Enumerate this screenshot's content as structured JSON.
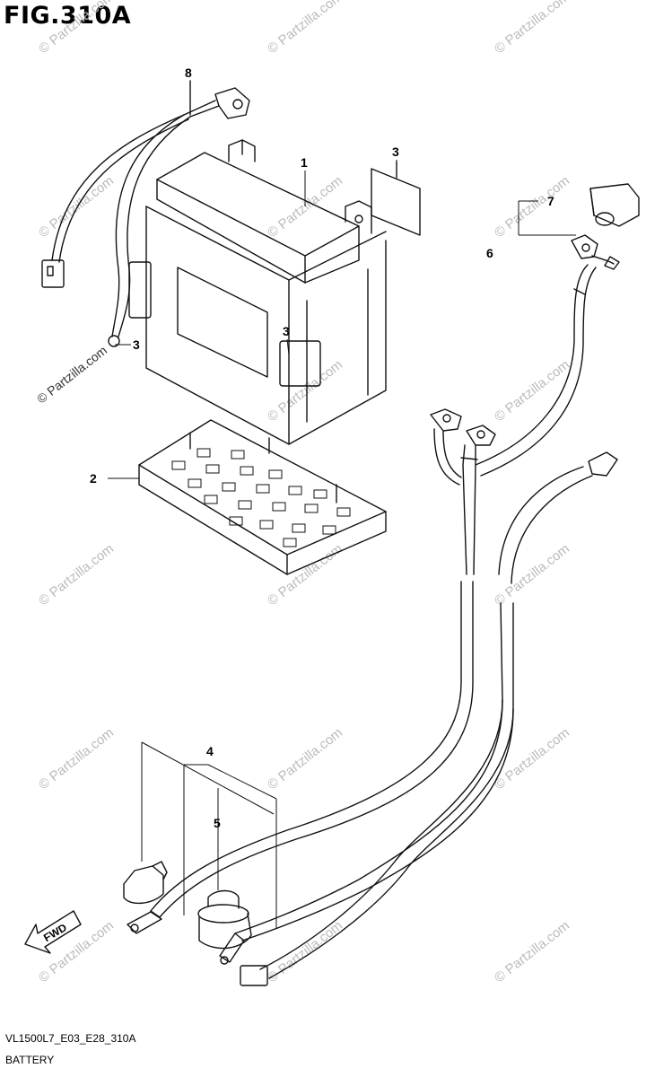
{
  "figure": {
    "title": "FIG.310A",
    "code": "VL1500L7_E03_E28_310A",
    "caption": "BATTERY"
  },
  "watermark": {
    "text": "© Partzilla.com",
    "color": "#bbbbbb"
  },
  "callouts": [
    "8",
    "1",
    "3",
    "3",
    "3",
    "7",
    "6",
    "2",
    "4",
    "5"
  ],
  "fwd_label": "FWD"
}
